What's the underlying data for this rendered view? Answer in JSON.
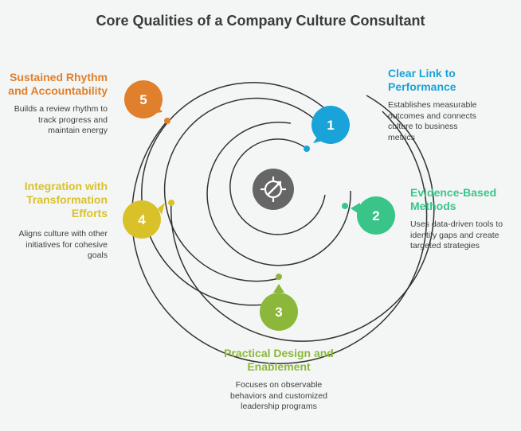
{
  "title": "Core Qualities of a Company Culture Consultant",
  "center_icon": "target-arrow-icon",
  "items": [
    {
      "number": "1",
      "heading": "Clear Link to Performance",
      "heading_lines": [
        "Clear Link to",
        "Performance"
      ],
      "description": "Establishes measurable outcomes and connects culture to business metrics",
      "description_lines": [
        "Establishes measurable",
        "outcomes and connects",
        "culture to business",
        "metrics"
      ],
      "color": "#1aa3d9"
    },
    {
      "number": "2",
      "heading": "Evidence-Based Methods",
      "heading_lines": [
        "Evidence-Based",
        "Methods"
      ],
      "description": "Uses data-driven tools to identify gaps and create targeted strategies",
      "description_lines": [
        "Uses data-driven tools to",
        "identify gaps and create",
        "targeted strategies"
      ],
      "color": "#39c58a"
    },
    {
      "number": "3",
      "heading": "Practical Design and Enablement",
      "heading_lines": [
        "Practical Design and",
        "Enablement"
      ],
      "description": "Focuses on observable behaviors and customized leadership programs",
      "description_lines": [
        "Focuses on observable",
        "behaviors and customized",
        "leadership programs"
      ],
      "color": "#8bb83a"
    },
    {
      "number": "4",
      "heading": "Integration with Transformation Efforts",
      "heading_lines": [
        "Integration with",
        "Transformation",
        "Efforts"
      ],
      "description": "Aligns culture with other initiatives for cohesive goals",
      "description_lines": [
        "Aligns culture with other",
        "initiatives for cohesive",
        "goals"
      ],
      "color": "#d9c12a"
    },
    {
      "number": "5",
      "heading": "Sustained Rhythm and Accountability",
      "heading_lines": [
        "Sustained Rhythm",
        "and Accountability"
      ],
      "description": "Builds a review rhythm to track progress and maintain energy",
      "description_lines": [
        "Builds a review rhythm to",
        "track progress and",
        "maintain energy"
      ],
      "color": "#e07f2c"
    }
  ],
  "colors": {
    "ring": "#333333",
    "center": "#666666",
    "title": "#3b3b3b",
    "text": "#3e3e3e"
  }
}
